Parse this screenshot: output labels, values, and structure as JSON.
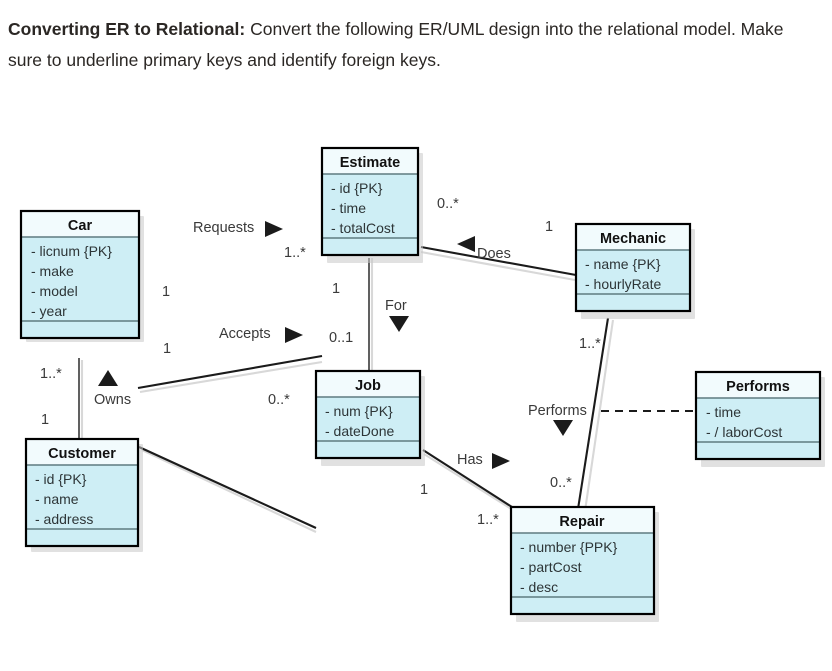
{
  "prompt": {
    "lead": "Converting ER to Relational:",
    "body": " Convert the following ER/UML design into the relational model. Make sure to underline primary keys and identify foreign keys."
  },
  "diagram": {
    "type": "uml-class-diagram",
    "colors": {
      "title_fill": "#f2fbfd",
      "attribute_fill": "#ceeef5",
      "border": "#000000",
      "line": "#1b1b1b"
    },
    "classes": [
      {
        "id": "car",
        "name": "Car",
        "attributes": [
          "- licnum {PK}",
          "- make",
          "- model",
          "- year"
        ]
      },
      {
        "id": "estimate",
        "name": "Estimate",
        "attributes": [
          "- id {PK}",
          "- time",
          "- totalCost"
        ]
      },
      {
        "id": "mechanic",
        "name": "Mechanic",
        "attributes": [
          "- name {PK}",
          "- hourlyRate"
        ]
      },
      {
        "id": "customer",
        "name": "Customer",
        "attributes": [
          "- id {PK}",
          "- name",
          "- address"
        ]
      },
      {
        "id": "job",
        "name": "Job",
        "attributes": [
          "- num {PK}",
          "- dateDone"
        ]
      },
      {
        "id": "repair",
        "name": "Repair",
        "attributes": [
          "- number {PPK}",
          "- partCost",
          "- desc"
        ]
      },
      {
        "id": "performs",
        "name": "Performs",
        "attributes": [
          "- time",
          "- / laborCost"
        ]
      }
    ],
    "associations": [
      {
        "id": "requests",
        "label": "Requests",
        "direction": "right",
        "from": "car",
        "to": "estimate",
        "from_multiplicity": "1",
        "to_multiplicity": "1..*"
      },
      {
        "id": "accepts",
        "label": "Accepts",
        "direction": "right",
        "from": "car",
        "to": "job",
        "from_multiplicity": "1",
        "to_multiplicity": "0..*"
      },
      {
        "id": "owns",
        "label": "Owns",
        "direction": "up",
        "from": "car",
        "to": "customer",
        "from_multiplicity": "1..*",
        "to_multiplicity": "1"
      },
      {
        "id": "does",
        "label": "Does",
        "direction": "left",
        "from": "estimate",
        "to": "mechanic",
        "from_multiplicity": "0..*",
        "to_multiplicity": "1"
      },
      {
        "id": "for",
        "label": "For",
        "direction": "down",
        "from": "estimate",
        "to": "job",
        "from_multiplicity": "1",
        "to_multiplicity": "0..1"
      },
      {
        "id": "has",
        "label": "Has",
        "direction": "right",
        "from": "job",
        "to": "repair",
        "from_multiplicity": "1",
        "to_multiplicity": "1..*"
      },
      {
        "id": "performs-assoc",
        "label": "Performs",
        "direction": "down",
        "from": "mechanic",
        "to": "repair",
        "from_multiplicity": "1..*",
        "to_multiplicity": "0..*",
        "association_class": "performs"
      }
    ]
  }
}
